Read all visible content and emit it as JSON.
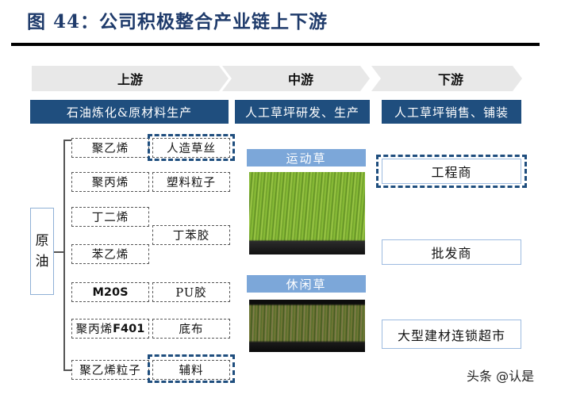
{
  "title": "图 44：公司积极整合产业链上下游",
  "stages": [
    {
      "label": "上游",
      "category": "石油炼化&原材料生产"
    },
    {
      "label": "中游",
      "category": "人工草坪研发、生产"
    },
    {
      "label": "下游",
      "category": "人工草坪销售、铺装"
    }
  ],
  "upstream": {
    "root": [
      "原",
      "油"
    ],
    "rows": [
      {
        "left": "聚乙烯",
        "right": "人造草丝",
        "right_highlighted": true
      },
      {
        "left": "聚丙烯",
        "right": "塑料粒子"
      },
      {
        "left": "丁二烯"
      },
      {
        "right": "丁苯胶"
      },
      {
        "left": "苯乙烯"
      },
      {
        "left": "M20S",
        "right": "PU胶"
      },
      {
        "left_prefix": "聚丙烯",
        "left_suffix": "F401",
        "right": "底布"
      },
      {
        "left": "聚乙烯粒子",
        "right": "辅料",
        "right_highlighted": true
      }
    ]
  },
  "midstream": {
    "products": [
      {
        "caption": "运动草",
        "image": "sports-turf-photo"
      },
      {
        "caption": "休闲草",
        "image": "leisure-turf-photo"
      }
    ]
  },
  "downstream": {
    "channels": [
      {
        "label": "工程商",
        "highlighted": true
      },
      {
        "label": "批发商"
      },
      {
        "label": "大型建材连锁超市"
      }
    ]
  },
  "watermark": "头条 @认是",
  "colors": {
    "title": "#1f3b6b",
    "band": "#1f4e7e",
    "stage_arrow": "#e8e8e8",
    "caption": "#7ca7d9",
    "highlight_border": "#1f4e7e",
    "box_border": "#9dbbe0"
  }
}
